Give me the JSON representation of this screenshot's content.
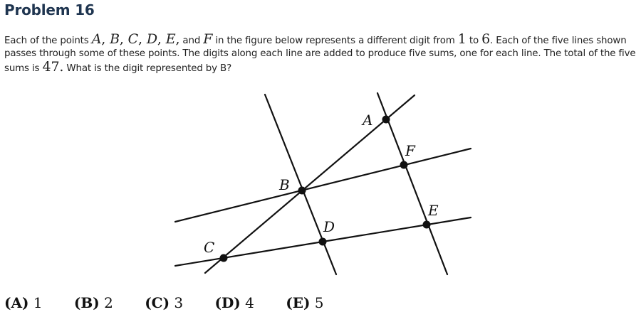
{
  "header": {
    "title": "Problem 16"
  },
  "problem": {
    "t1": "Each of the points ",
    "A": "A",
    "c1": ", ",
    "B": "B",
    "c2": ", ",
    "C": "C",
    "c3": ", ",
    "D": "D",
    "c4": ", ",
    "E": "E",
    "c5": ",",
    "t2": " and ",
    "F": "F",
    "t3": " in the figure below represents a different digit from ",
    "n1": "1",
    "t4": " to ",
    "n6": "6",
    "t5": ". Each of the five lines shown passes through some of these points. The digits along each line are added to produce five sums, one for each line. The total of the five sums is ",
    "n47": "47",
    "t6": ".",
    "t7": " What is the digit represented by B?"
  },
  "figure": {
    "labels": {
      "A": "A",
      "B": "B",
      "C": "C",
      "D": "D",
      "E": "E",
      "F": "F"
    }
  },
  "choices": [
    {
      "letter": "(A)",
      "value": "1"
    },
    {
      "letter": "(B)",
      "value": "2"
    },
    {
      "letter": "(C)",
      "value": "3"
    },
    {
      "letter": "(D)",
      "value": "4"
    },
    {
      "letter": "(E)",
      "value": "5"
    }
  ]
}
